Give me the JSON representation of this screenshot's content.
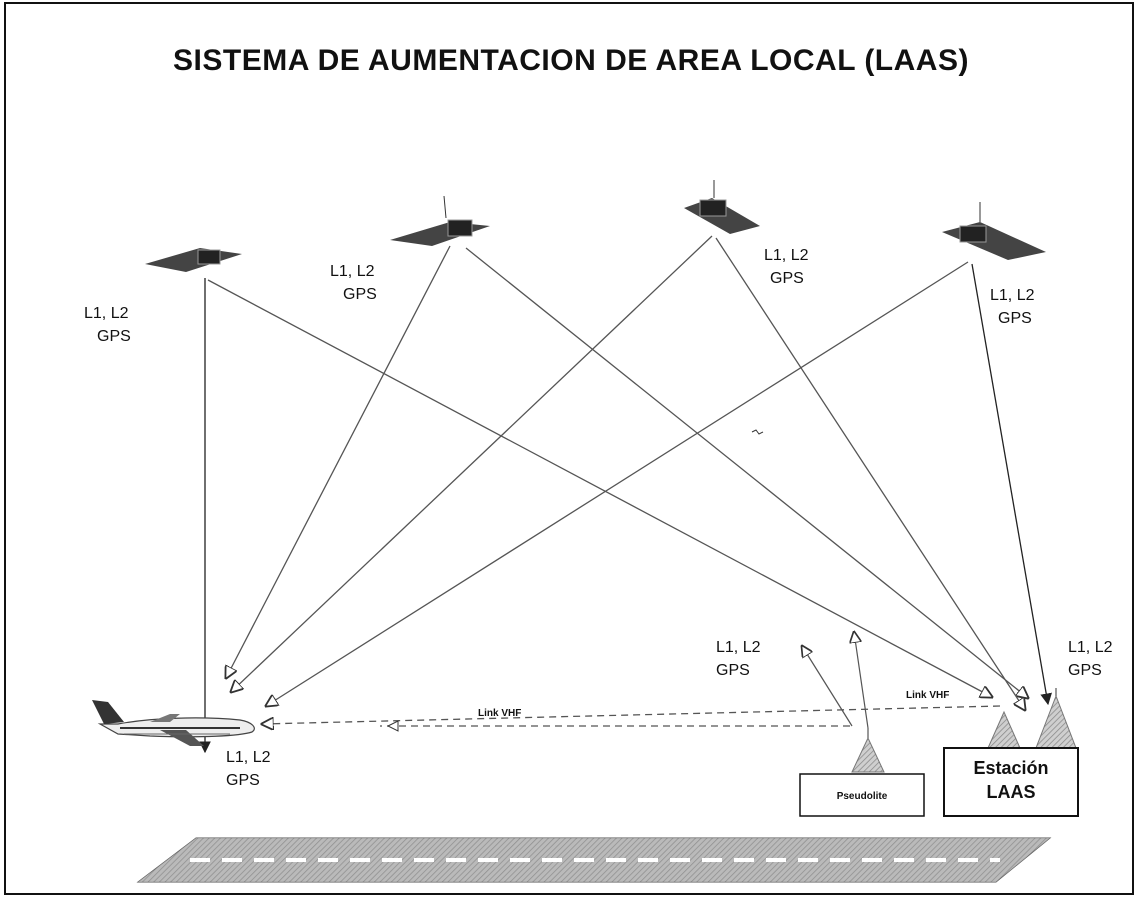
{
  "title": "SISTEMA DE AUMENTACION DE AREA LOCAL (LAAS)",
  "signal_label_line1": "L1, L2",
  "signal_label_line2": "GPS",
  "link_label": "Link VHF",
  "pseudolite_label": "Pseudolite",
  "station_label_line1": "Estación",
  "station_label_line2": "LAAS",
  "colors": {
    "line": "#555555",
    "text": "#111111",
    "runway": "#8a8a8a"
  }
}
